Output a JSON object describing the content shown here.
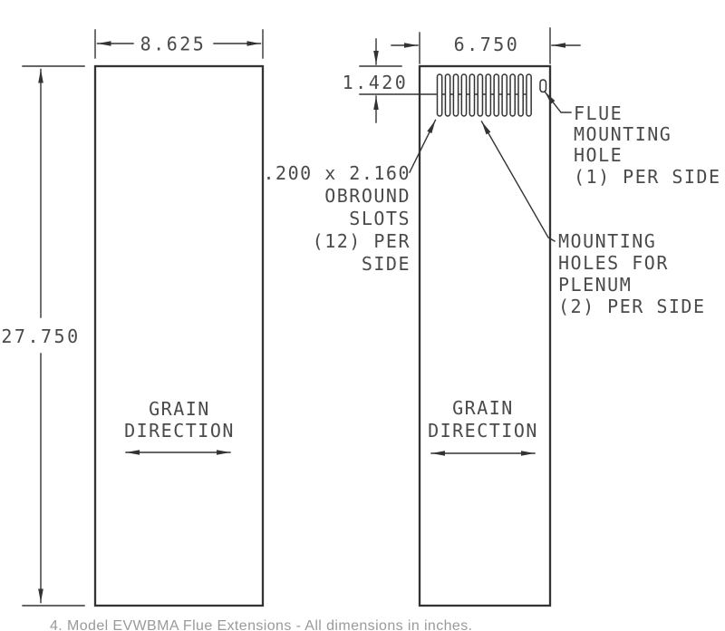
{
  "drawing": {
    "title_hint": "flue-extension-panel-dimension-drawing",
    "left_panel": {
      "width_dim": "8.625",
      "height_dim": "27.750",
      "grain_line1": "GRAIN",
      "grain_line2": "DIRECTION"
    },
    "right_panel": {
      "width_dim": "6.750",
      "slot_offset_dim": "1.420",
      "grain_line1": "GRAIN",
      "grain_line2": "DIRECTION",
      "slot_count": 12
    },
    "callouts": {
      "obround_slots": {
        "lines": [
          ".200 x 2.160",
          "OBROUND",
          "SLOTS",
          "(12) PER",
          "SIDE"
        ]
      },
      "flue_hole": {
        "lines": [
          "FLUE",
          "MOUNTING",
          "HOLE",
          "(1) PER SIDE"
        ]
      },
      "plenum_holes": {
        "lines": [
          "MOUNTING",
          "HOLES FOR",
          "PLENUM",
          "(2) PER SIDE"
        ]
      }
    },
    "caption": "4.  Model EVWBMA Flue Extensions - All dimensions in inches.",
    "colors": {
      "line": "#333333",
      "text": "#4a4a4a",
      "caption": "#9a9a9a",
      "background": "#ffffff"
    }
  }
}
